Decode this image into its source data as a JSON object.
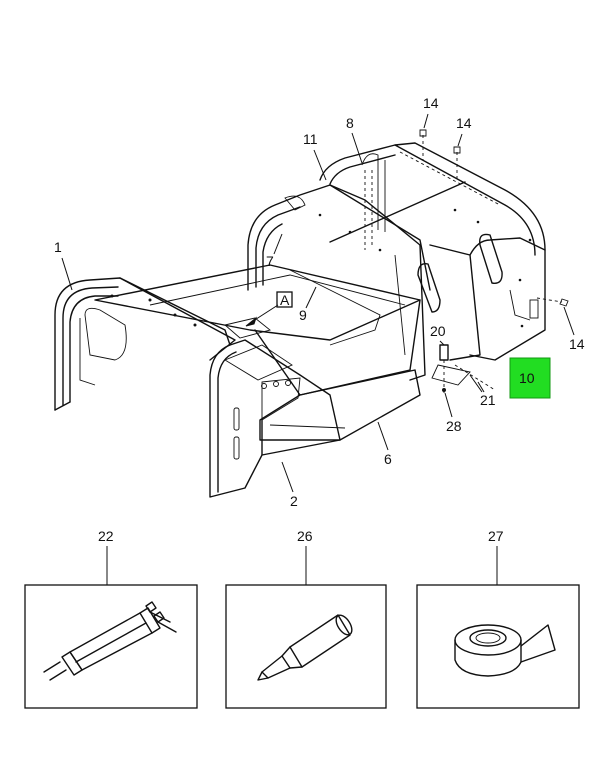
{
  "callouts": {
    "c1": "1",
    "c2": "2",
    "c6": "6",
    "c7": "7",
    "c8": "8",
    "c9": "9",
    "c10": "10",
    "c11": "11",
    "c14a": "14",
    "c14b": "14",
    "c14c": "14",
    "c20": "20",
    "c21": "21",
    "c22": "22",
    "c26": "26",
    "c27": "27",
    "c28": "28"
  },
  "view_marker": "A",
  "highlight_color": "#22dd22"
}
